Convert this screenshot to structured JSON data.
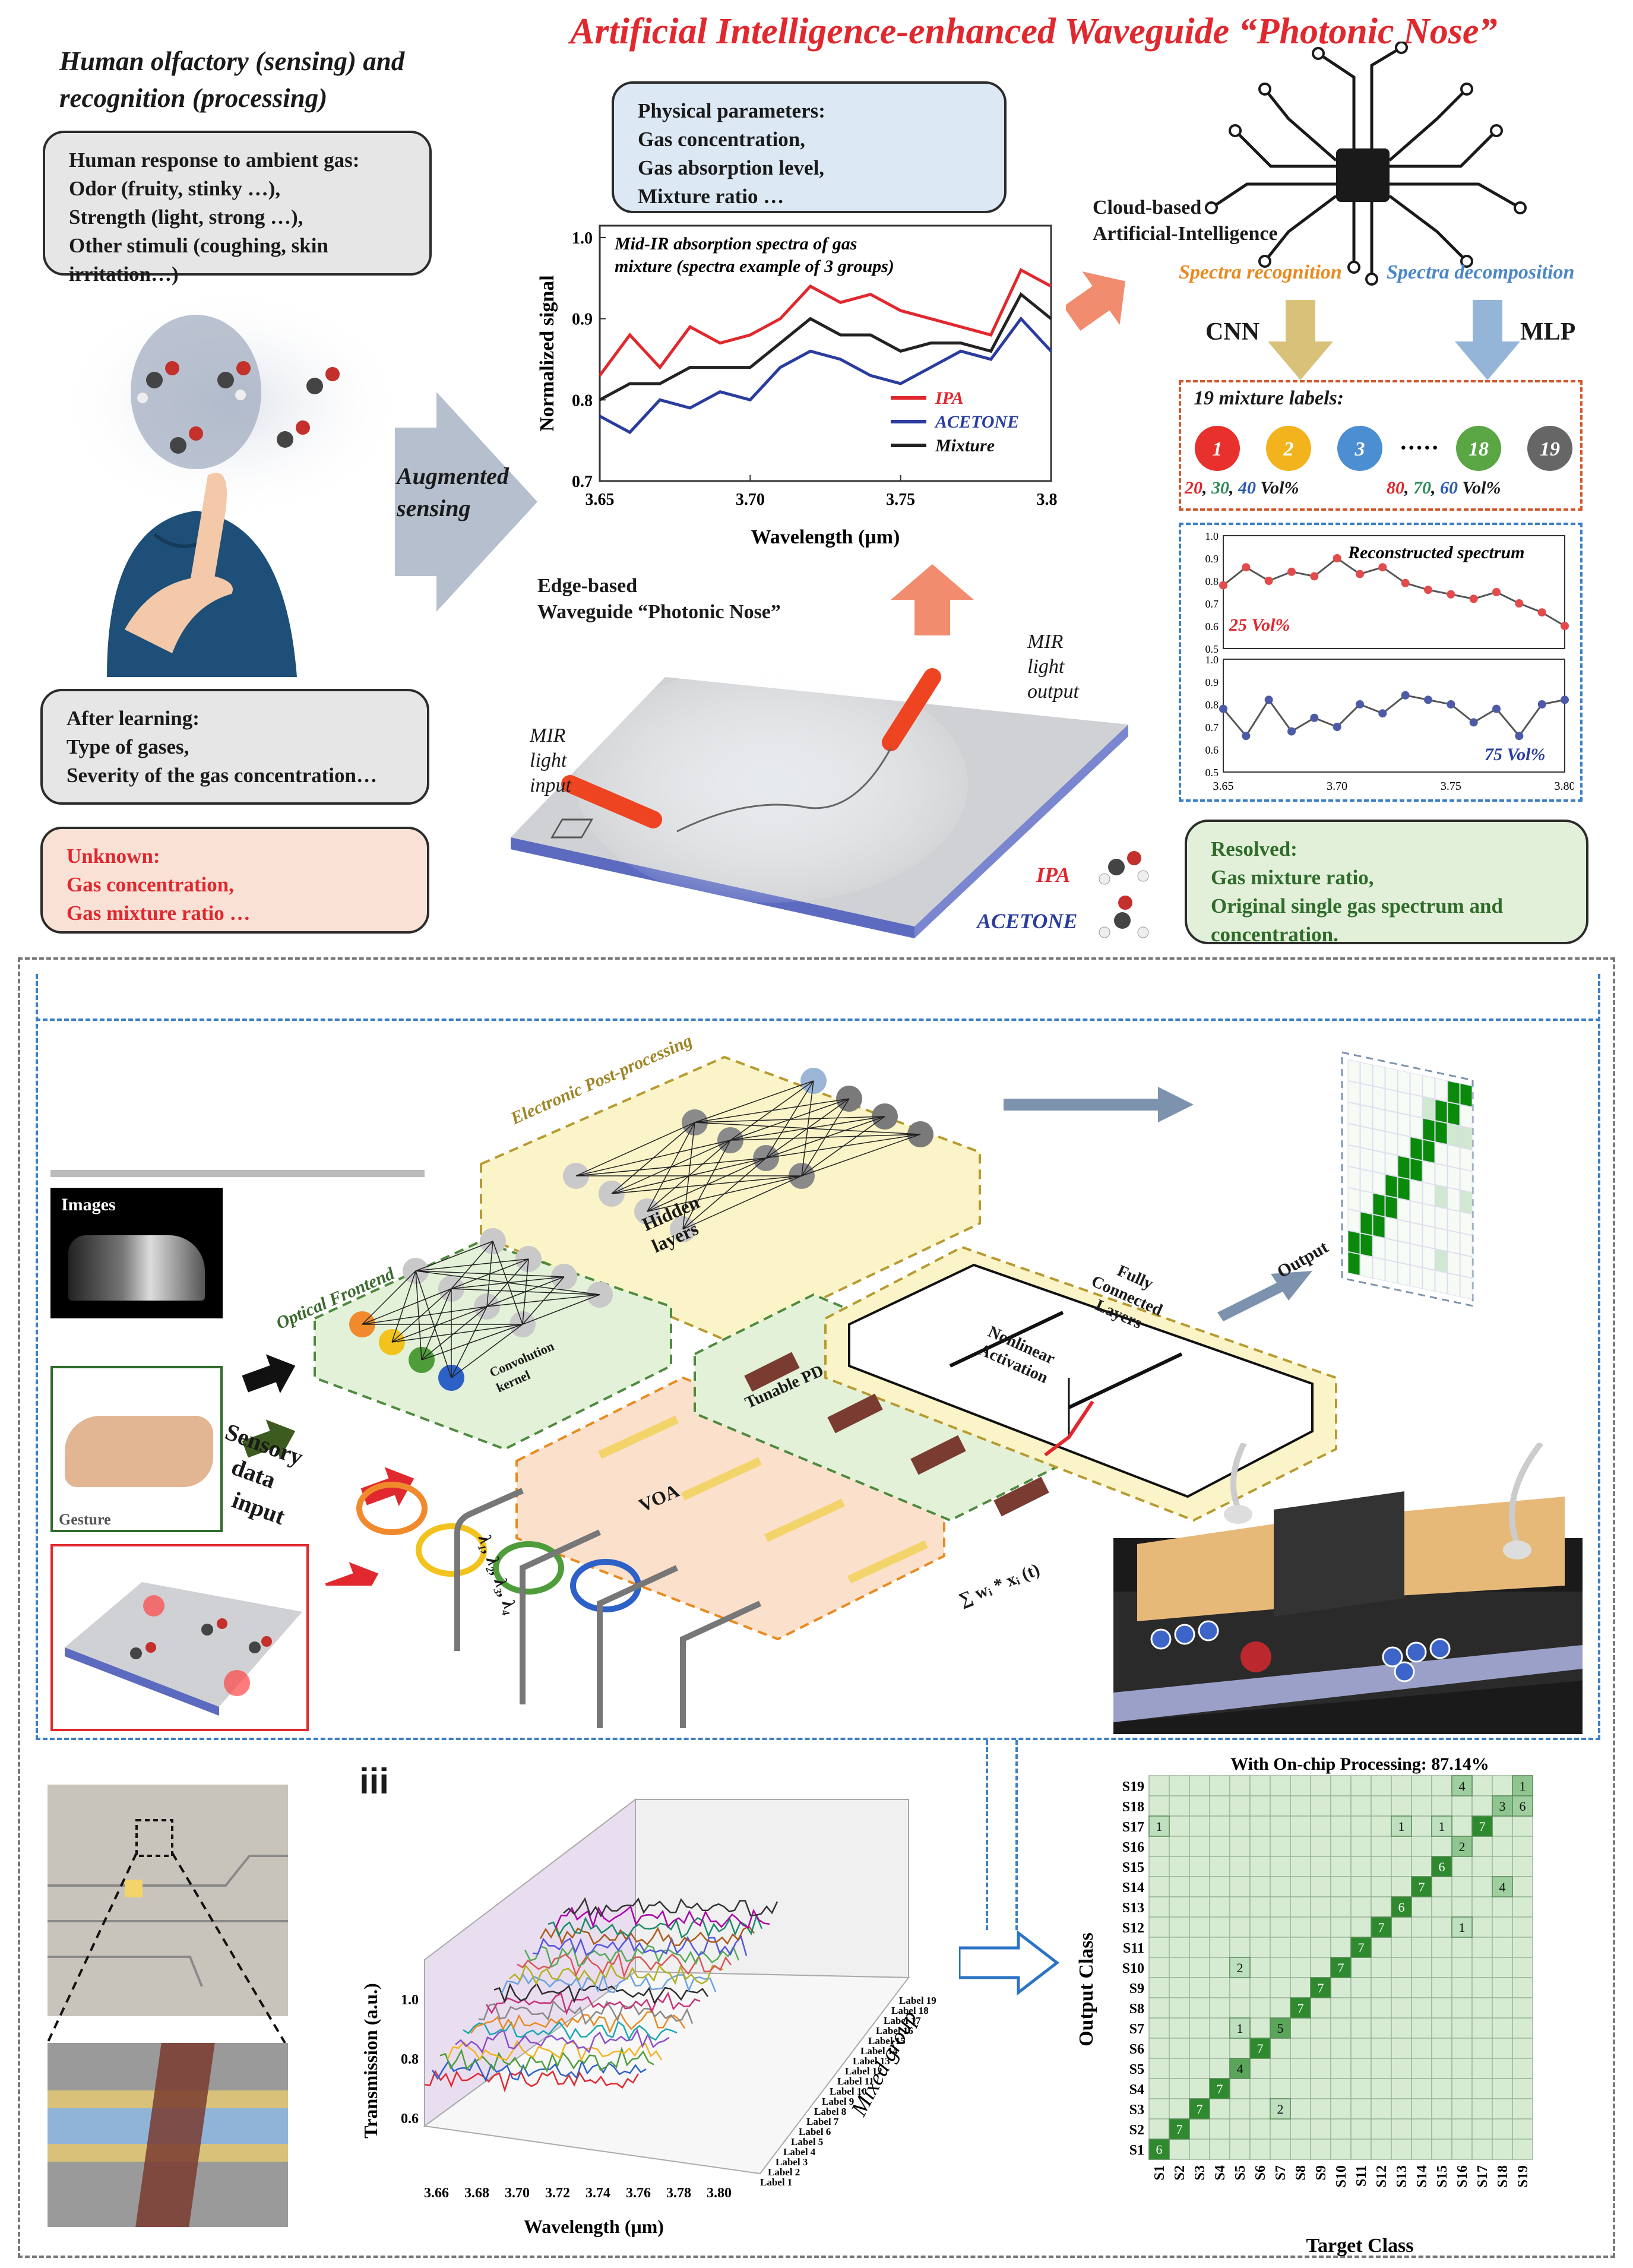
{
  "title": "Artificial Intelligence-enhanced Waveguide “Photonic Nose”",
  "human_title": [
    "Human olfactory (sensing) and",
    "recognition (processing)"
  ],
  "human_response_box": [
    "Human response to ambient gas:",
    "Odor (fruity, stinky …),",
    "Strength (light, strong …),",
    "Other stimuli (coughing, skin",
    "irritation…)"
  ],
  "after_learning_box": [
    "After learning:",
    "Type of gases,",
    "Severity of the gas concentration…"
  ],
  "unknown_box": [
    "Unknown:",
    "Gas concentration,",
    "Gas mixture ratio …"
  ],
  "augmented_label": [
    "Augmented",
    "sensing"
  ],
  "physical_box": [
    "Physical parameters:",
    "Gas concentration,",
    "Gas absorption level,",
    "Mixture ratio …"
  ],
  "spectra_chart_title": [
    "Mid-IR absorption spectra of gas",
    "mixture (spectra example of 3 groups)"
  ],
  "edge_label": [
    "Edge-based",
    "Waveguide “Photonic Nose”"
  ],
  "mir_input": [
    "MIR",
    "light",
    "input"
  ],
  "mir_output": [
    "MIR",
    "light",
    "output"
  ],
  "ipa_label": "IPA",
  "acetone_label": "ACETONE",
  "cloud_label": [
    "Cloud-based",
    "Artificial-Intelligence"
  ],
  "spectra_recognition": "Spectra recognition",
  "spectra_decomposition": "Spectra decomposition",
  "cnn": "CNN",
  "mlp": "MLP",
  "mixture_labels_title": "19 mixture labels:",
  "mixture_circles": [
    {
      "label": "1",
      "color": "#e8302c"
    },
    {
      "label": "2",
      "color": "#f2b31d"
    },
    {
      "label": "3",
      "color": "#4b8ed1"
    },
    {
      "label": "18",
      "color": "#5aa544"
    },
    {
      "label": "19",
      "color": "#666666"
    }
  ],
  "mixture_dots": "·····",
  "mixture_vol_left": [
    "20",
    "30",
    "40",
    "Vol%"
  ],
  "mixture_vol_right": [
    "80",
    "70",
    "60",
    "Vol%"
  ],
  "reconstructed_label": "Reconstructed spectrum",
  "vol25": "25 Vol%",
  "vol75": "75 Vol%",
  "resolved_box": [
    "Resolved:",
    "Gas mixture ratio,",
    "Original single gas spectrum and",
    "concentration."
  ],
  "post_processing": "Electronic Post-processing",
  "optical_frontend": "Optical Frontend",
  "hidden_layers": [
    "Hidden",
    "layers"
  ],
  "conv_kernel": [
    "Convolution",
    "kernel"
  ],
  "fully_connected": [
    "Fully",
    "Connected",
    "Layers"
  ],
  "nonlinear": [
    "Nonlinear",
    "Activation"
  ],
  "output_label": "Output",
  "tunable_pd": "Tunable PD",
  "voa": "VOA",
  "images_label": "Images",
  "sensory_label": [
    "Sensory",
    "data",
    "input"
  ],
  "gesture_label": "Gesture",
  "lambda_label": "λ₁, λ₂, λ₃, λ₄",
  "sum_label": "∑ wᵢ * xᵢ (t)",
  "iii_label": "iii",
  "colors": {
    "title_red": "#e0282e",
    "recognition_orange": "#e88a1f",
    "decomposition_blue": "#4a86c8",
    "ipa_red": "#e0282e",
    "acetone_blue": "#2a3d9e",
    "matrix_green": "#2f8a2f"
  },
  "chart_data": [
    {
      "type": "line",
      "title": "",
      "xlabel": "Wavelength (μm)",
      "ylabel": "Normalized signal",
      "xlim": [
        3.65,
        3.8
      ],
      "ylim": [
        0.7,
        1.0
      ],
      "xticks": [
        "3.65",
        "3.70",
        "3.75",
        "3.80"
      ],
      "yticks": [
        "0.7",
        "0.8",
        "0.9",
        "1.0"
      ],
      "legend": "bottom-right",
      "x": [
        3.65,
        3.66,
        3.67,
        3.68,
        3.69,
        3.7,
        3.71,
        3.72,
        3.73,
        3.74,
        3.75,
        3.76,
        3.77,
        3.78,
        3.79,
        3.8
      ],
      "series": [
        {
          "name": "IPA",
          "color": "#e0282e",
          "values": [
            0.83,
            0.88,
            0.84,
            0.89,
            0.87,
            0.88,
            0.9,
            0.94,
            0.92,
            0.93,
            0.91,
            0.9,
            0.89,
            0.88,
            0.96,
            0.94
          ]
        },
        {
          "name": "ACETONE",
          "color": "#2a3d9e",
          "values": [
            0.78,
            0.76,
            0.8,
            0.79,
            0.81,
            0.8,
            0.84,
            0.86,
            0.85,
            0.83,
            0.82,
            0.84,
            0.86,
            0.85,
            0.9,
            0.86
          ]
        },
        {
          "name": "Mixture",
          "color": "#222222",
          "values": [
            0.8,
            0.82,
            0.82,
            0.84,
            0.84,
            0.84,
            0.87,
            0.9,
            0.88,
            0.88,
            0.86,
            0.87,
            0.87,
            0.86,
            0.93,
            0.9
          ]
        }
      ]
    },
    {
      "type": "line",
      "title": "Reconstructed spectrum",
      "xlabel": "",
      "ylabel": "",
      "xlim": [
        3.65,
        3.8
      ],
      "ylim": [
        0.5,
        1.0
      ],
      "yticks": [
        "1.0",
        "0.9",
        "0.8",
        "0.7",
        "0.6",
        "0.5"
      ],
      "annotation": "25 Vol%",
      "x": [
        3.65,
        3.66,
        3.67,
        3.68,
        3.69,
        3.7,
        3.71,
        3.72,
        3.73,
        3.74,
        3.75,
        3.76,
        3.77,
        3.78,
        3.79,
        3.8
      ],
      "series": [
        {
          "name": "",
          "color": "#e24b4b",
          "values": [
            0.78,
            0.86,
            0.8,
            0.84,
            0.82,
            0.9,
            0.83,
            0.86,
            0.79,
            0.76,
            0.74,
            0.72,
            0.75,
            0.7,
            0.66,
            0.6
          ]
        }
      ]
    },
    {
      "type": "line",
      "title": "",
      "xlabel": "",
      "ylabel": "",
      "xlim": [
        3.65,
        3.8
      ],
      "ylim": [
        0.5,
        1.0
      ],
      "xticks": [
        "3.65",
        "3.70",
        "3.75",
        "3.80"
      ],
      "yticks": [
        "1.0",
        "0.9",
        "0.8",
        "0.7",
        "0.6",
        "0.5"
      ],
      "annotation": "75 Vol%",
      "x": [
        3.65,
        3.66,
        3.67,
        3.68,
        3.69,
        3.7,
        3.71,
        3.72,
        3.73,
        3.74,
        3.75,
        3.76,
        3.77,
        3.78,
        3.79,
        3.8
      ],
      "series": [
        {
          "name": "",
          "color": "#4c5aa8",
          "values": [
            0.78,
            0.66,
            0.82,
            0.68,
            0.74,
            0.7,
            0.8,
            0.76,
            0.84,
            0.82,
            0.8,
            0.72,
            0.78,
            0.66,
            0.8,
            0.82
          ]
        }
      ]
    },
    {
      "type": "line",
      "title": "",
      "xlabel": "Wavelength (μm)",
      "ylabel": "Transmission (a.u.)",
      "zlabel": "Mixed group",
      "xlim": [
        3.65,
        3.8
      ],
      "ylim": [
        0.6,
        1.0
      ],
      "xticks": [
        "3.66",
        "3.68",
        "3.70",
        "3.72",
        "3.74",
        "3.76",
        "3.78",
        "3.80"
      ],
      "yticks": [
        "0.6",
        "0.8",
        "1.0"
      ],
      "categories": [
        "Label 1",
        "Label 2",
        "Label 3",
        "Label 4",
        "Label 5",
        "Label 6",
        "Label 7",
        "Label 8",
        "Label 9",
        "Label 10",
        "Label 11",
        "Label 12",
        "Label 13",
        "Label 14",
        "Label 15",
        "Label 16",
        "Label 17",
        "Label 18",
        "Label 19"
      ]
    },
    {
      "type": "heatmap",
      "title": "With On-chip Processing: 87.14%",
      "xlabel": "Target Class",
      "ylabel": "Output Class",
      "x_categories": [
        "S1",
        "S2",
        "S3",
        "S4",
        "S5",
        "S6",
        "S7",
        "S8",
        "S9",
        "S10",
        "S11",
        "S12",
        "S13",
        "S14",
        "S15",
        "S16",
        "S17",
        "S18",
        "S19"
      ],
      "y_categories": [
        "S1",
        "S2",
        "S3",
        "S4",
        "S5",
        "S6",
        "S7",
        "S8",
        "S9",
        "S10",
        "S11",
        "S12",
        "S13",
        "S14",
        "S15",
        "S16",
        "S17",
        "S18",
        "S19"
      ],
      "cells": [
        {
          "target": "S1",
          "output": "S1",
          "value": 6
        },
        {
          "target": "S2",
          "output": "S2",
          "value": 7
        },
        {
          "target": "S3",
          "output": "S3",
          "value": 7
        },
        {
          "target": "S4",
          "output": "S4",
          "value": 7
        },
        {
          "target": "S5",
          "output": "S5",
          "value": 4
        },
        {
          "target": "S6",
          "output": "S6",
          "value": 7
        },
        {
          "target": "S7",
          "output": "S7",
          "value": 5
        },
        {
          "target": "S8",
          "output": "S8",
          "value": 7
        },
        {
          "target": "S9",
          "output": "S9",
          "value": 7
        },
        {
          "target": "S10",
          "output": "S10",
          "value": 7
        },
        {
          "target": "S11",
          "output": "S11",
          "value": 7
        },
        {
          "target": "S12",
          "output": "S12",
          "value": 7
        },
        {
          "target": "S13",
          "output": "S13",
          "value": 6
        },
        {
          "target": "S14",
          "output": "S14",
          "value": 7
        },
        {
          "target": "S15",
          "output": "S15",
          "value": 6
        },
        {
          "target": "S16",
          "output": "S16",
          "value": 2
        },
        {
          "target": "S17",
          "output": "S17",
          "value": 7
        },
        {
          "target": "S18",
          "output": "S18",
          "value": 3
        },
        {
          "target": "S19",
          "output": "S19",
          "value": 1
        },
        {
          "target": "S16",
          "output": "S19",
          "value": 4
        },
        {
          "target": "S19",
          "output": "S18",
          "value": 6
        },
        {
          "target": "S1",
          "output": "S17",
          "value": 1
        },
        {
          "target": "S13",
          "output": "S17",
          "value": 1
        },
        {
          "target": "S15",
          "output": "S17",
          "value": 1
        },
        {
          "target": "S18",
          "output": "S14",
          "value": 4
        },
        {
          "target": "S16",
          "output": "S12",
          "value": 1
        },
        {
          "target": "S5",
          "output": "S10",
          "value": 2
        },
        {
          "target": "S5",
          "output": "S7",
          "value": 1
        },
        {
          "target": "S7",
          "output": "S3",
          "value": 2
        }
      ]
    }
  ]
}
